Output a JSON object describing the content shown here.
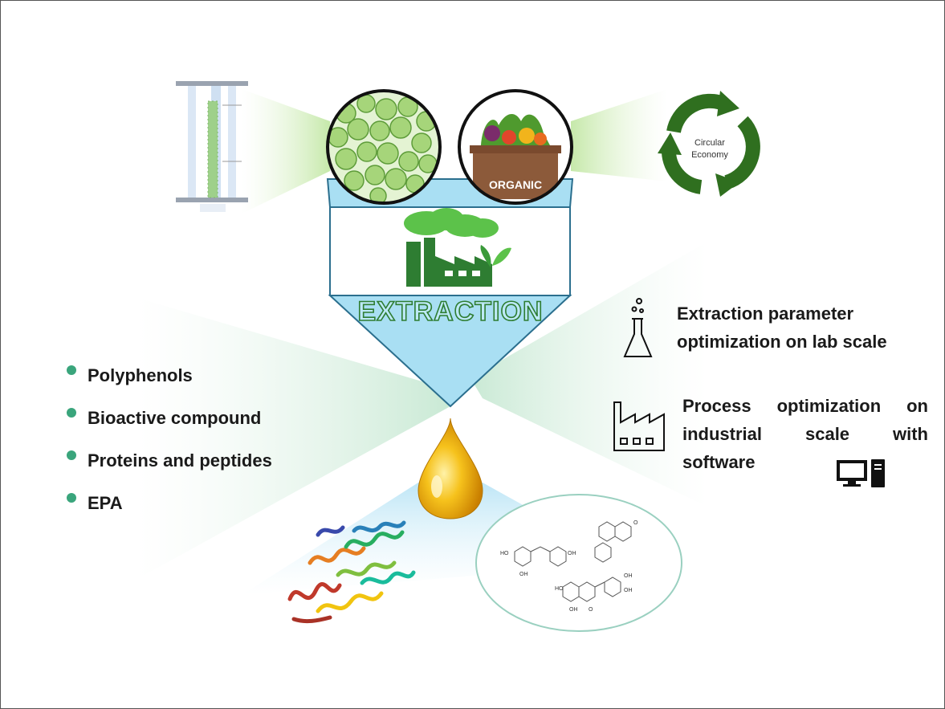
{
  "funnel": {
    "label": "EXTRACTION",
    "organic_bin_label": "ORGANIC"
  },
  "circular_economy": {
    "line1": "Circular",
    "line2": "Economy"
  },
  "products": {
    "items": [
      {
        "label": "Polyphenols"
      },
      {
        "label": "Bioactive compound"
      },
      {
        "label": "Proteins and peptides"
      },
      {
        "label": "EPA"
      }
    ]
  },
  "optimization": {
    "lab": {
      "line1": "Extraction parameter",
      "line2": "optimization on lab scale",
      "icon": "flask-icon"
    },
    "industrial": {
      "line1": "Process optimization on",
      "line2": "industrial scale with",
      "line3": "software",
      "icon": "factory-icon",
      "extra_icon": "computer-icon"
    }
  },
  "molecules": {
    "labels": [
      "HO",
      "OH",
      "OH",
      "O",
      "HO",
      "OH",
      "OH",
      "O",
      "OH"
    ]
  },
  "colors": {
    "accent_green": "#2e7d32",
    "funnel_blue": "#a9dff3",
    "bullet_green": "#3aa57c",
    "oil_gold": "#f2b705"
  }
}
